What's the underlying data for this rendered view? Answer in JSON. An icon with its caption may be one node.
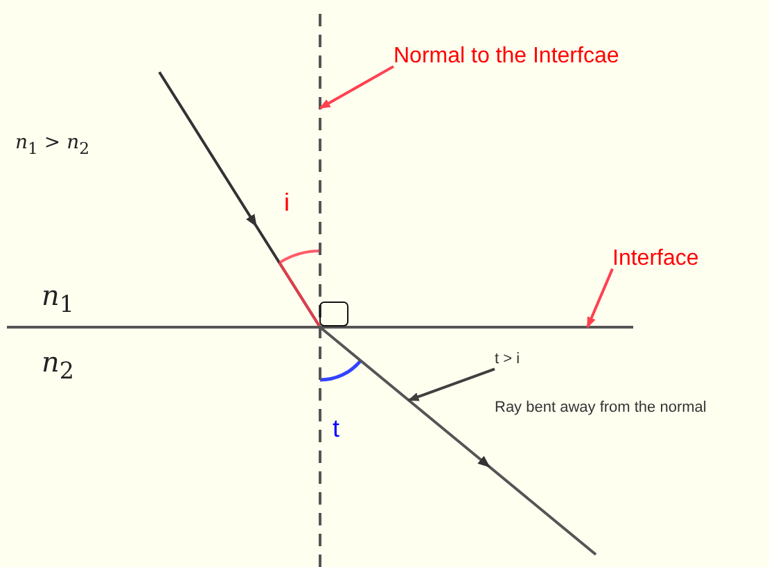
{
  "diagram": {
    "nodes": [
      {
        "text": [
          "Normal to the Interfcae"
        ]
      },
      {
        "text": [
          "Interface"
        ]
      },
      {
        "text": [
          "t > i",
          "Ray bent away from the normal"
        ]
      },
      {
        "text": [],
        "shape": "line"
      },
      {
        "text": [],
        "shape": "line"
      },
      {
        "text": [],
        "shape": "line"
      }
    ],
    "edges": [
      {
        "from": 0,
        "to": 3,
        "arrow": "to"
      },
      {
        "from": 1,
        "to": 4,
        "arrow": "to"
      },
      {
        "from": 2,
        "to": 5,
        "arrow": "to",
        "color": "#404040"
      }
    ],
    "labels": [
      "*n*$_{1}$ > *n*$_{2}$",
      "i",
      "*n*$_{1}$",
      "*n*$_{2}$",
      "t"
    ]
  }
}
